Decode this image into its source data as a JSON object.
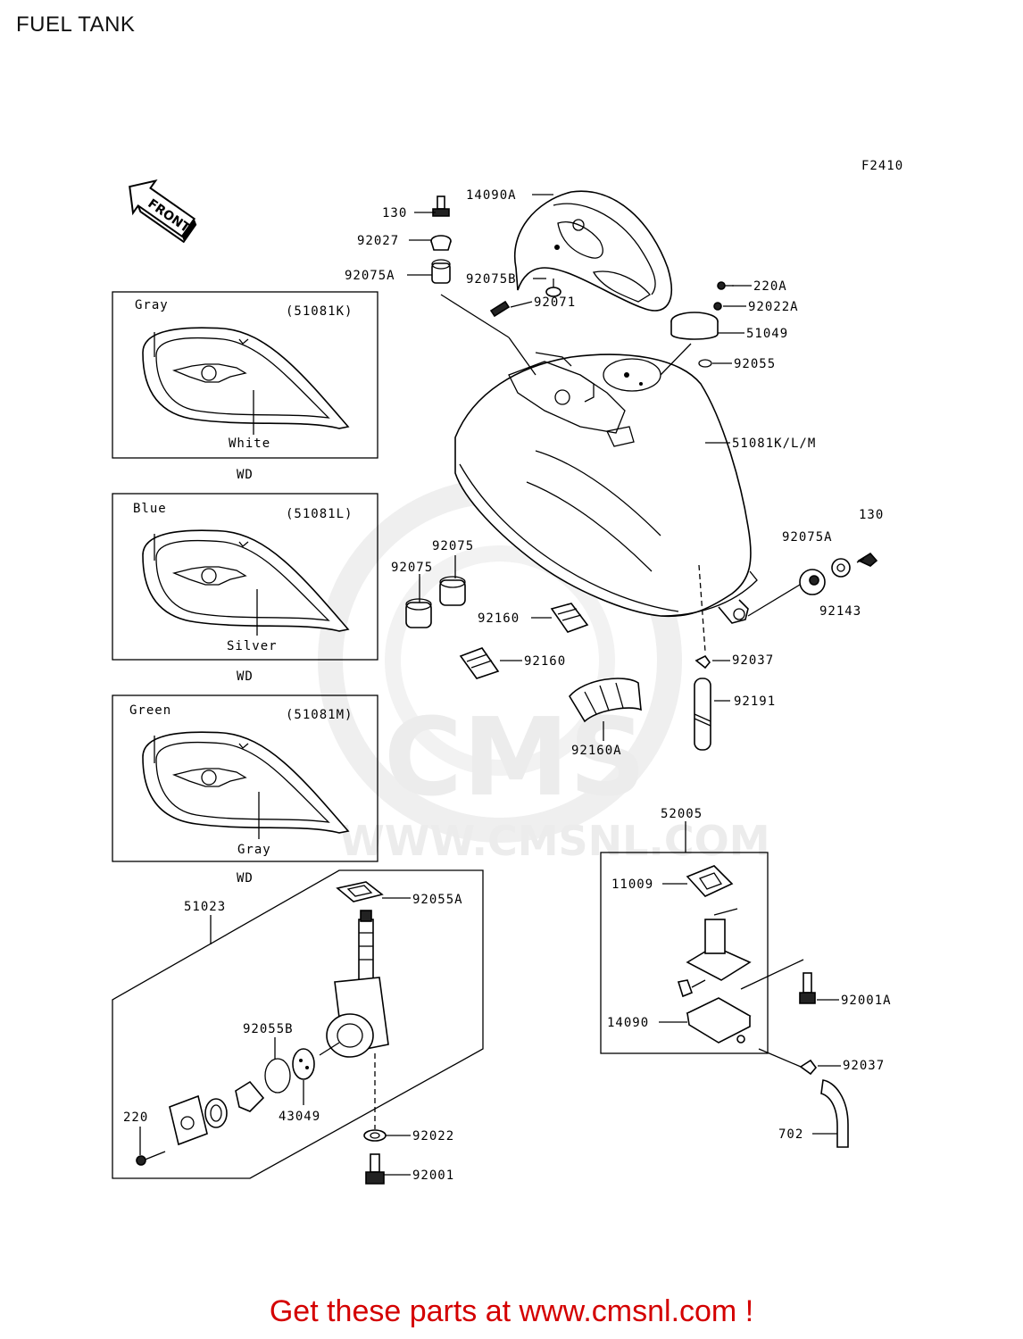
{
  "title": "FUEL TANK",
  "figure_code": "F2410",
  "front_label": "FRONT",
  "watermark": {
    "brand": "CMS",
    "url": "WWW.CMSNL.COM"
  },
  "variants": [
    {
      "code": "(51081K)",
      "color": "Gray",
      "stripe": "White",
      "market": "WD"
    },
    {
      "code": "(51081L)",
      "color": "Blue",
      "stripe": "Silver",
      "market": "WD"
    },
    {
      "code": "(51081M)",
      "color": "Green",
      "stripe": "Gray",
      "market": "WD"
    }
  ],
  "parts": {
    "p130a": "130",
    "p14090a": "14090A",
    "p92027": "92027",
    "p92075a_top": "92075A",
    "p92075b": "92075B",
    "p92071": "92071",
    "p220a": "220A",
    "p92022a": "92022A",
    "p51049": "51049",
    "p92055": "92055",
    "p51081klm": "51081K/L/M",
    "p130b": "130",
    "p92075a_right": "92075A",
    "p92143": "92143",
    "p92075_left": "92075",
    "p92075_right": "92075",
    "p92160_a": "92160",
    "p92160_b": "92160",
    "p92160a": "92160A",
    "p92037_top": "92037",
    "p92191": "92191",
    "p52005": "52005",
    "p11009": "11009",
    "p14090": "14090",
    "p92001a": "92001A",
    "p92037_bottom": "92037",
    "p702": "702",
    "p51023": "51023",
    "p92055a": "92055A",
    "p92055b": "92055B",
    "p43049": "43049",
    "p220": "220",
    "p92022": "92022",
    "p92001": "92001"
  },
  "footer": "Get these parts at www.cmsnl.com !",
  "colors": {
    "footer": "#d40000",
    "line": "#000000",
    "watermark": "#ececec"
  }
}
